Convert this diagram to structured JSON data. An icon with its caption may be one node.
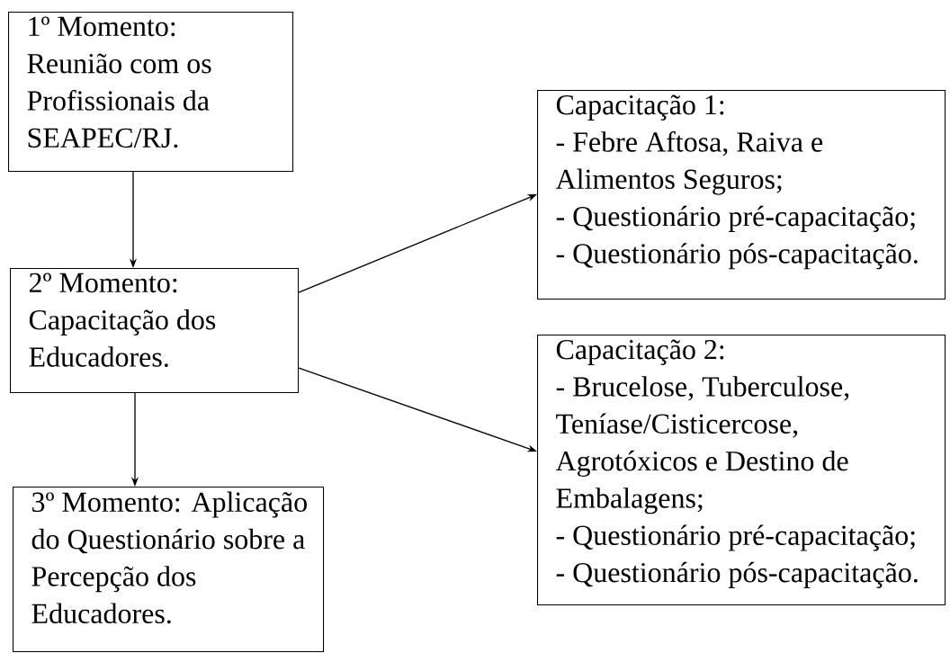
{
  "diagram": {
    "nodes": [
      {
        "text": [
          "1º Momento: Reunião com os Profissionais da SEAPEC/RJ."
        ]
      },
      {
        "text": [
          "2º Momento: Capacitação dos Educadores."
        ]
      },
      {
        "text": [
          "3º Momento: Aplicação do Questionário sobre a Percepção dos Educadores."
        ]
      },
      {
        "text": [
          "Capacitação 1:",
          "- Febre Aftosa, Raiva e Alimentos Seguros;",
          "- Questionário pré-capacitação;",
          "- Questionário pós-capacitação."
        ]
      },
      {
        "text": [
          "Capacitação 2:",
          "- Brucelose, Tuberculose, Teníase/Cisticercose, Agrotóxicos e Destino de Embalagens;",
          "- Questionário pré-capacitação;",
          "- Questionário pós-capacitação."
        ]
      }
    ],
    "edges": [
      {
        "from": 0,
        "to": 1,
        "arrow": "to"
      },
      {
        "from": 1,
        "to": 3,
        "arrow": "to"
      },
      {
        "from": 1,
        "to": 4,
        "arrow": "to"
      },
      {
        "from": 1,
        "to": 2,
        "arrow": "to"
      }
    ]
  }
}
